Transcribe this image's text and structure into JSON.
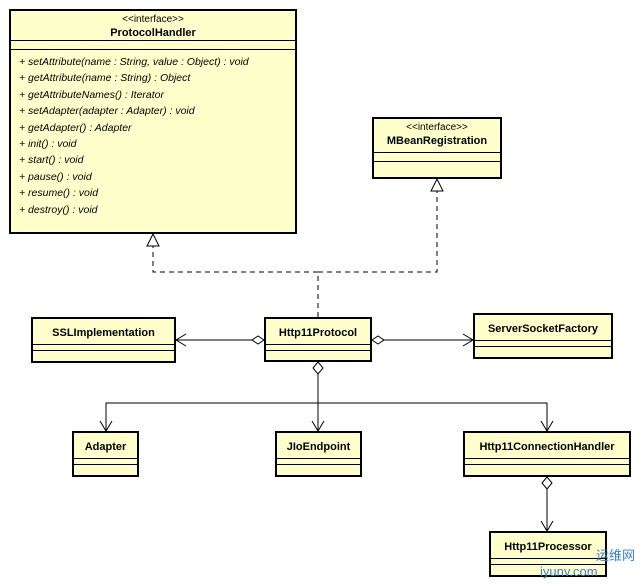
{
  "protocol_handler": {
    "stereotype": "<<interface>>",
    "name": "ProtocolHandler",
    "methods": [
      "+ setAttribute(name : String, value : Object) : void",
      "+ getAttribute(name : String) : Object",
      "+ getAttributeNames() : Iterator",
      "+ setAdapter(adapter : Adapter) : void",
      "+ getAdapter() : Adapter",
      "+ init() : void",
      "+ start() : void",
      "+ pause() : void",
      "+ resume() : void",
      "+ destroy() : void"
    ]
  },
  "mbean_registration": {
    "stereotype": "<<interface>>",
    "name": "MBeanRegistration"
  },
  "classes": {
    "ssl_implementation": "SSLImplementation",
    "http11_protocol": "Http11Protocol",
    "server_socket_factory": "ServerSocketFactory",
    "adapter": "Adapter",
    "jio_endpoint": "JIoEndpoint",
    "http11_connection_handler": "Http11ConnectionHandler",
    "http11_processor": "Http11Processor"
  },
  "watermark": {
    "top": "运维网",
    "bottom": "iyunv.com"
  },
  "colors": {
    "class_fill": "#ffffcc",
    "line": "#000000"
  }
}
